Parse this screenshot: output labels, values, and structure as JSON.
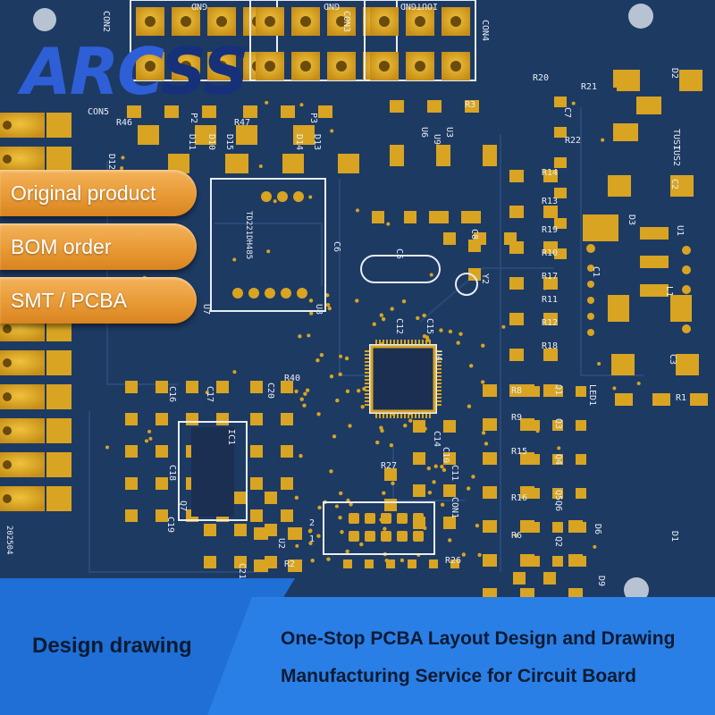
{
  "brand": {
    "name_part1": "ARC",
    "name_part2": "SS"
  },
  "badges": [
    "Original product",
    "BOM order",
    "SMT / PCBA"
  ],
  "banner": {
    "left_label": "Design drawing",
    "right_line1": "One-Stop PCBA Layout Design and Drawing",
    "right_line2": "Manufacturing Service for Circuit Board"
  },
  "silkscreen": {
    "connectors": [
      "CON2",
      "CON3",
      "CON4",
      "CON5",
      "CON1"
    ],
    "con_labels": [
      "GND",
      "GND",
      "IOUTGND"
    ],
    "resistors": [
      "R46",
      "R47",
      "R3",
      "R21",
      "R22",
      "R14",
      "R13",
      "R19",
      "R10",
      "R17",
      "R11",
      "R12",
      "R18",
      "R40",
      "R27",
      "R26",
      "R8",
      "R9",
      "R15",
      "R16",
      "R6",
      "R1",
      "R2",
      "R20"
    ],
    "capacitors": [
      "C7",
      "C2",
      "C1",
      "C3",
      "C5",
      "C6",
      "C8",
      "C12",
      "C15",
      "C14",
      "C10",
      "C11",
      "C17",
      "C16",
      "C20",
      "C18",
      "C19",
      "C21"
    ],
    "ics": [
      "U1",
      "U2",
      "U3",
      "U4",
      "U6",
      "U7",
      "U8",
      "U9",
      "IC1"
    ],
    "diodes": [
      "D1",
      "D2",
      "D3",
      "D6",
      "D9",
      "D10",
      "D11",
      "D12",
      "D13",
      "D14",
      "D15",
      "TUS1",
      "TUS2",
      "LED1"
    ],
    "misc": [
      "L1",
      "Y2",
      "Q1",
      "Q2",
      "Q3",
      "Q4",
      "Q5",
      "Q6",
      "Q7",
      "P2",
      "P3"
    ],
    "pin_numbers": [
      "2",
      "1"
    ],
    "date_code": "202504",
    "part_number": "TD221DH485"
  },
  "colors": {
    "board": "#1d3a63",
    "pad": "#d8a422",
    "silk": "#e8edf3",
    "accent": "#2a7fe6",
    "pill": "#e89a35"
  }
}
